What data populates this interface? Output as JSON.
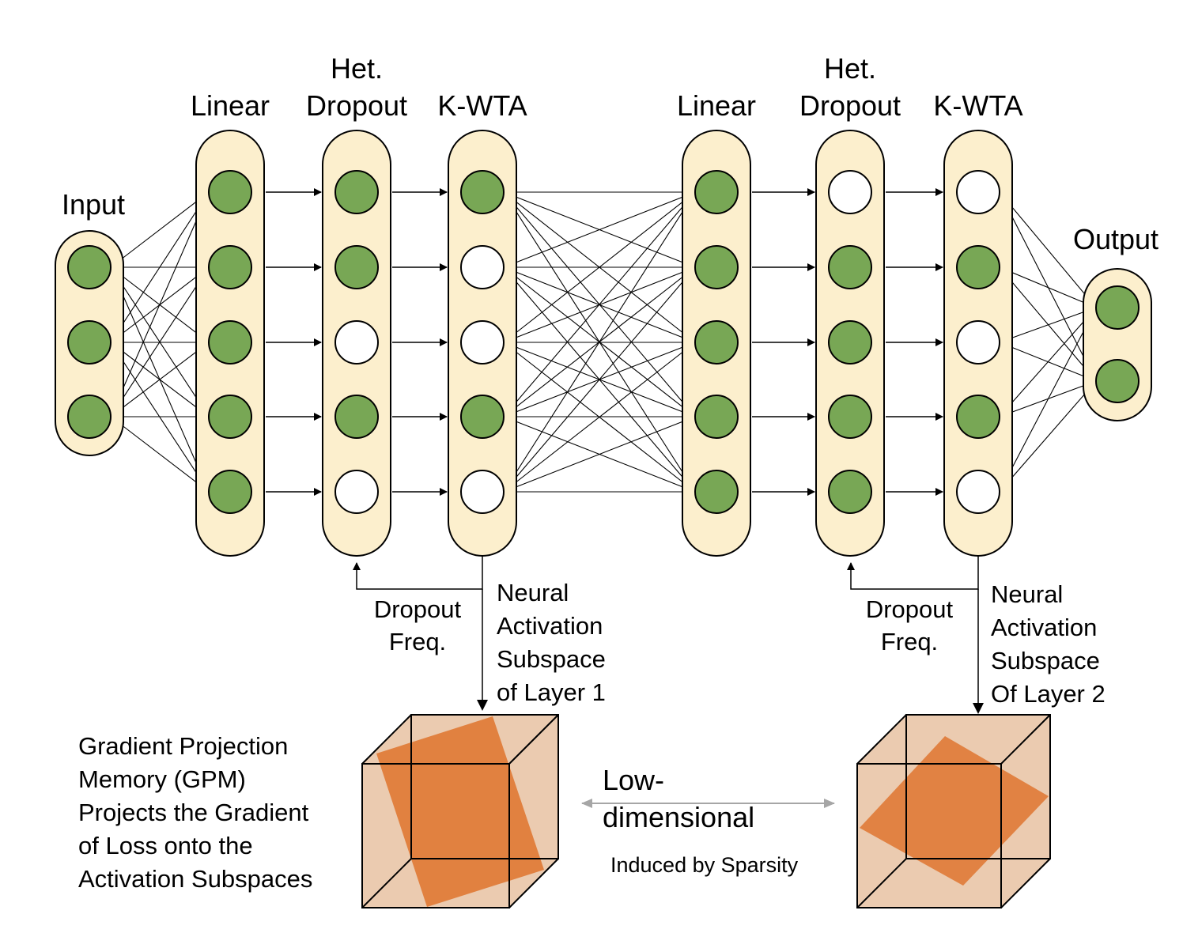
{
  "colors": {
    "pill_fill": "#fcefcd",
    "active_node": "#78a755",
    "inactive_node": "#ffffff",
    "cube_fill": "#ebcbb0",
    "plane_fill": "#e07c3a",
    "arrow_gray": "#a6a6a6"
  },
  "labels": {
    "input": "Input",
    "output": "Output",
    "linear_1": "Linear",
    "het_1_a": "Het.",
    "het_1_b": "Dropout",
    "kwta_1": "K-WTA",
    "linear_2": "Linear",
    "het_2_a": "Het.",
    "het_2_b": "Dropout",
    "kwta_2": "K-WTA"
  },
  "dropout_freq": {
    "left": [
      "Dropout",
      "Freq."
    ],
    "right": [
      "Dropout",
      "Freq."
    ]
  },
  "neural_activation": {
    "layer1": [
      "Neural",
      "Activation",
      "Subspace",
      "of Layer 1"
    ],
    "layer2": [
      "Neural",
      "Activation",
      "Subspace",
      "Of Layer 2"
    ]
  },
  "gpm_text": [
    "Gradient Projection",
    "Memory (GPM)",
    "Projects the Gradient",
    "of Loss onto the",
    "Activation Subspaces"
  ],
  "low_dim": [
    "Low-",
    "dimensional"
  ],
  "induced": "Induced by Sparsity",
  "layers": [
    {
      "id": "input",
      "nodes": [
        true,
        true,
        true
      ]
    },
    {
      "id": "linear1",
      "nodes": [
        true,
        true,
        true,
        true,
        true
      ]
    },
    {
      "id": "hetdrop1",
      "nodes": [
        true,
        true,
        false,
        true,
        false
      ]
    },
    {
      "id": "kwta1",
      "nodes": [
        true,
        false,
        false,
        true,
        false
      ]
    },
    {
      "id": "linear2",
      "nodes": [
        true,
        true,
        true,
        true,
        true
      ]
    },
    {
      "id": "hetdrop2",
      "nodes": [
        false,
        true,
        true,
        true,
        true
      ]
    },
    {
      "id": "kwta2",
      "nodes": [
        false,
        true,
        false,
        true,
        false
      ]
    },
    {
      "id": "output",
      "nodes": [
        true,
        true
      ]
    }
  ]
}
